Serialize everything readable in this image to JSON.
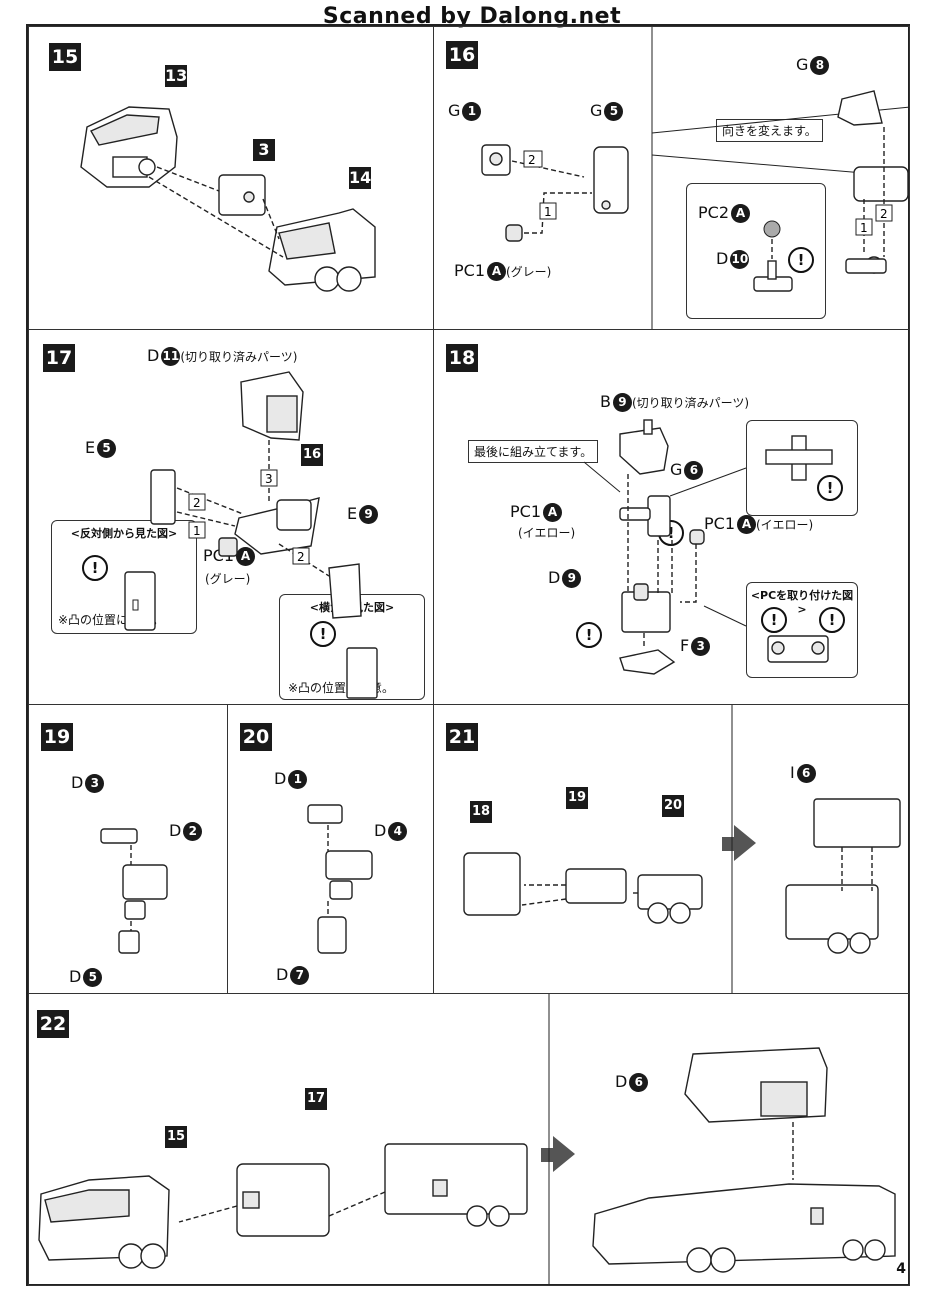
{
  "header": "Scanned by Dalong.net",
  "page_number": "4",
  "steps": {
    "s15": {
      "label": "15",
      "parts": [
        "13",
        "3",
        "14"
      ]
    },
    "s16": {
      "label": "16",
      "g1": {
        "letter": "G",
        "num": "1"
      },
      "g5": {
        "letter": "G",
        "num": "5"
      },
      "g8": {
        "letter": "G",
        "num": "8"
      },
      "pc1": {
        "letter": "PC1",
        "circle": "A",
        "note": "(グレー)"
      },
      "pc2": {
        "letter": "PC2",
        "circle": "A"
      },
      "d10": {
        "letter": "D",
        "num": "10"
      },
      "callout": "向きを変えます。",
      "order": [
        "1",
        "2",
        "1",
        "2"
      ]
    },
    "s17": {
      "label": "17",
      "d11": {
        "letter": "D",
        "num": "11",
        "note": "(切り取り済みパーツ)"
      },
      "e5": {
        "letter": "E",
        "num": "5"
      },
      "e9": {
        "letter": "E",
        "num": "9"
      },
      "part16": "16",
      "pc1": {
        "letter": "PC1",
        "circle": "A",
        "note": "(グレー)"
      },
      "box1": {
        "title": "<反対側から見た図>",
        "note": "※凸の位置に注意。"
      },
      "box2": {
        "title": "<横から見た図>",
        "note": "※凸の位置に注意。"
      },
      "order": [
        "3",
        "2",
        "1",
        "2"
      ]
    },
    "s18": {
      "label": "18",
      "b9": {
        "letter": "B",
        "num": "9",
        "note": "(切り取り済みパーツ)"
      },
      "callout": "最後に組み立てます。",
      "g6": {
        "letter": "G",
        "num": "6"
      },
      "pc1a": {
        "letter": "PC1",
        "circle": "A",
        "note": "(イエロー)"
      },
      "pc1b": {
        "letter": "PC1",
        "circle": "A",
        "note": "(イエロー)"
      },
      "d9": {
        "letter": "D",
        "num": "9"
      },
      "f3": {
        "letter": "F",
        "num": "3"
      },
      "pcbox": {
        "title": "<PCを取り付けた図>"
      }
    },
    "s19": {
      "label": "19",
      "d3": {
        "letter": "D",
        "num": "3"
      },
      "d2": {
        "letter": "D",
        "num": "2"
      },
      "d5": {
        "letter": "D",
        "num": "5"
      }
    },
    "s20": {
      "label": "20",
      "d1": {
        "letter": "D",
        "num": "1"
      },
      "d4": {
        "letter": "D",
        "num": "4"
      },
      "d7": {
        "letter": "D",
        "num": "7"
      }
    },
    "s21": {
      "label": "21",
      "parts": [
        "18",
        "19",
        "20"
      ],
      "i6": {
        "letter": "I",
        "num": "6"
      }
    },
    "s22": {
      "label": "22",
      "parts": [
        "15",
        "17"
      ],
      "d6": {
        "letter": "D",
        "num": "6"
      }
    }
  }
}
